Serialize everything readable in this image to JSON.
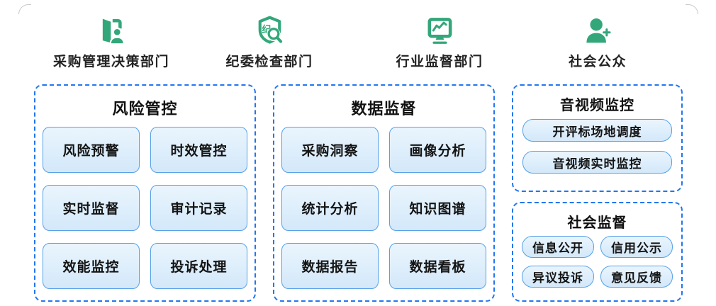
{
  "colors": {
    "accent_green": "#33a77a",
    "dash_blue": "#2176f2",
    "chip_border": "#55a0e8",
    "chip_fill_top": "#eaf5fd",
    "chip_fill_bottom": "#d3e8fa",
    "text": "#1a1a1a"
  },
  "stakeholders": [
    {
      "label": "采购管理决策部门",
      "icon": "door-person-icon"
    },
    {
      "label": "纪委检查部门",
      "icon": "shield-inspect-icon"
    },
    {
      "label": "行业监督部门",
      "icon": "monitor-chart-icon"
    },
    {
      "label": "社会公众",
      "icon": "person-plus-icon"
    }
  ],
  "shield_glyph": "纪",
  "panels": {
    "risk": {
      "title": "风险管控",
      "items": [
        "风险预警",
        "时效管控",
        "实时监督",
        "审计记录",
        "效能监控",
        "投诉处理"
      ]
    },
    "data": {
      "title": "数据监督",
      "items": [
        "采购洞察",
        "画像分析",
        "统计分析",
        "知识图谱",
        "数据报告",
        "数据看板"
      ]
    },
    "av": {
      "title": "音视频监控",
      "items": [
        "开评标场地调度",
        "音视频实时监控"
      ]
    },
    "social": {
      "title": "社会监督",
      "items": [
        "信息公开",
        "信用公示",
        "异议投诉",
        "意见反馈"
      ]
    }
  }
}
